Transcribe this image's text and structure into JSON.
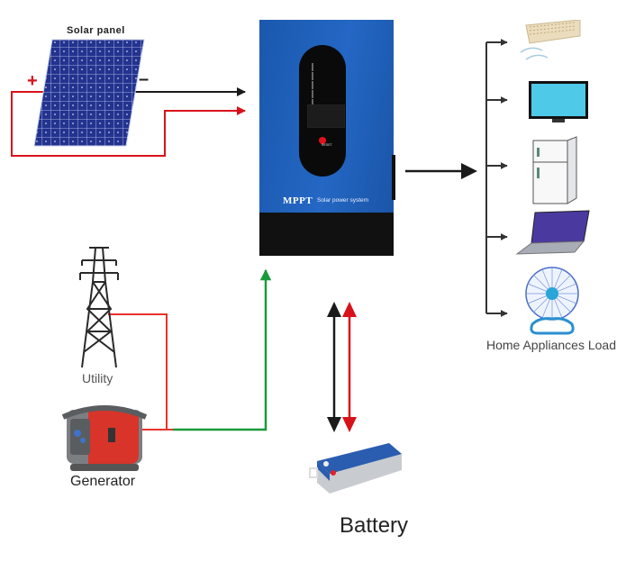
{
  "diagram": {
    "solar_panel": {
      "label": "Solar panel",
      "positive": "+",
      "negative": "–"
    },
    "inverter": {
      "brand_text": "MPPT",
      "subtitle": "Solar power system",
      "button_label": "RESET",
      "indicator_lights": 5
    },
    "sources": {
      "utility_label": "Utility",
      "generator_label": "Generator"
    },
    "battery": {
      "label": "Battery"
    },
    "loads": {
      "label": "Home Appliances Load",
      "items": [
        "air-conditioner",
        "television",
        "refrigerator",
        "laptop",
        "fan"
      ]
    },
    "colors": {
      "positive_wire": "#d8121a",
      "negative_wire": "#1a1a1a",
      "ac_input_wire": "#1a9a3c",
      "inverter_body": "#1d5fb8",
      "inverter_base": "#111111"
    }
  }
}
